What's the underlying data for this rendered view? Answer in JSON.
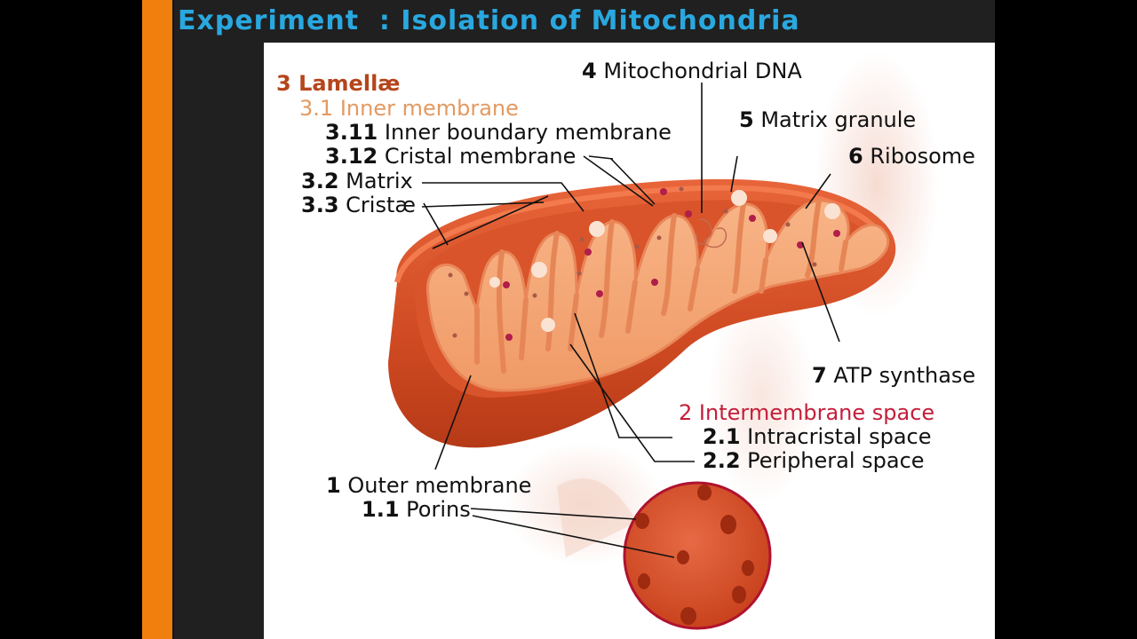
{
  "slide": {
    "title": "Experiment  : Isolation of Mitochondria"
  },
  "colors": {
    "accent_bar": "#f07f0e",
    "title": "#29a8e0",
    "outer_membrane": "#d4532a",
    "inner_membrane": "#f5a577",
    "matrix_spots": "#b01e4a"
  },
  "labels": {
    "lamellae": {
      "num": "3",
      "text": "Lamellæ"
    },
    "inner_membrane": {
      "num": "3.1",
      "text": "Inner membrane"
    },
    "inner_boundary_membrane": {
      "num": "3.11",
      "text": "Inner boundary membrane"
    },
    "cristal_membrane": {
      "num": "3.12",
      "text": "Cristal membrane"
    },
    "matrix": {
      "num": "3.2",
      "text": "Matrix"
    },
    "cristae": {
      "num": "3.3",
      "text": "Cristæ"
    },
    "mitochondrial_dna": {
      "num": "4",
      "text": "Mitochondrial DNA"
    },
    "matrix_granule": {
      "num": "5",
      "text": "Matrix granule"
    },
    "ribosome": {
      "num": "6",
      "text": "Ribosome"
    },
    "atp_synthase": {
      "num": "7",
      "text": "ATP synthase"
    },
    "intermembrane_space": {
      "num": "2",
      "text": "Intermembrane space"
    },
    "intracristal_space": {
      "num": "2.1",
      "text": "Intracristal space"
    },
    "peripheral_space": {
      "num": "2.2",
      "text": "Peripheral space"
    },
    "outer_membrane": {
      "num": "1",
      "text": "Outer membrane"
    },
    "porins": {
      "num": "1.1",
      "text": "Porins"
    }
  }
}
